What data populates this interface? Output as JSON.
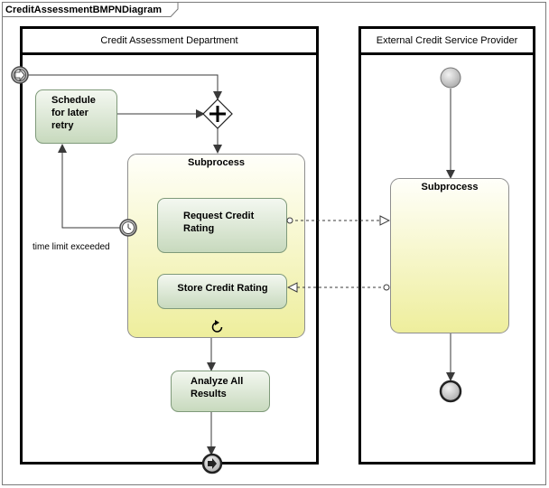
{
  "frame": {
    "title": "CreditAssessmentBMPNDiagram"
  },
  "pools": [
    {
      "title": "Credit Assessment Department"
    },
    {
      "title": "External Credit Service Provider"
    }
  ],
  "tasks": {
    "schedule_retry": {
      "lines": [
        "Schedule",
        "for later",
        "retry"
      ]
    },
    "request_rating": {
      "lines": [
        "Request Credit",
        "Rating"
      ]
    },
    "store_rating": {
      "lines": [
        "Store Credit Rating"
      ]
    },
    "analyze_results": {
      "lines": [
        "Analyze All",
        "Results"
      ]
    }
  },
  "subprocesses": {
    "left": {
      "title": "Subprocess"
    },
    "right": {
      "title": "Subprocess"
    }
  },
  "annotations": {
    "timer_label": "time limit exceeded"
  },
  "colors": {
    "task_fill_top": "#f2f7ee",
    "task_fill_bottom": "#c9dcc0",
    "task_stroke": "#7f9a7a",
    "subprocess_fill_top": "#fffef2",
    "subprocess_fill_bottom": "#f2f2a8",
    "subprocess_stroke": "#8f8f8f",
    "event_fill": "#c9c9c9",
    "line": "#3a3a3a"
  }
}
